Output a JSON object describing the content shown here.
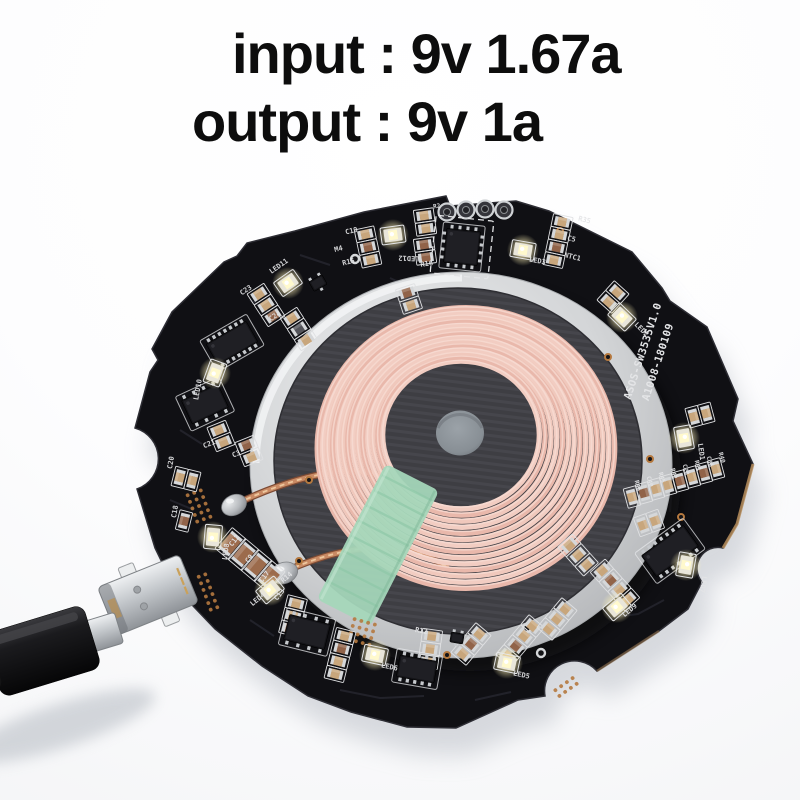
{
  "overlay": {
    "line1": "input : 9v 1.67a",
    "line2": "output : 9v 1a"
  },
  "board": {
    "silkscreen_model": "ASOS-SW3535V1.0",
    "silkscreen_batch": "A1008-180109",
    "coil": {
      "cx0": 461,
      "cy0": 435,
      "dcx": 0.38,
      "dcy": 1.0,
      "r0": 74,
      "dr": 5.1,
      "turns": 14,
      "ratio": 1.06,
      "w": 5.4,
      "ring_colors": [
        "#f2cdc2",
        "#e9b8ab",
        "#f0c8bc"
      ]
    },
    "leds": [
      [
        288,
        283,
        -35
      ],
      [
        393,
        235,
        -8
      ],
      [
        523,
        250,
        10
      ],
      [
        622,
        317,
        44
      ],
      [
        215,
        373,
        -70
      ],
      [
        684,
        438,
        80
      ],
      [
        213,
        537,
        -85
      ],
      [
        686,
        565,
        100
      ],
      [
        270,
        590,
        -40
      ],
      [
        375,
        655,
        12
      ],
      [
        507,
        663,
        12
      ],
      [
        617,
        607,
        -40
      ]
    ],
    "ics": [
      [
        462,
        247,
        34,
        34,
        6,
        "qfn",
        4
      ],
      [
        232,
        343,
        46,
        24,
        -30,
        "dual",
        7
      ],
      [
        205,
        404,
        40,
        26,
        -25,
        "dual",
        4
      ],
      [
        318,
        283,
        15,
        11,
        -30,
        "sot",
        0
      ],
      [
        307,
        632,
        42,
        26,
        14,
        "dual",
        4
      ],
      [
        417,
        669,
        38,
        22,
        10,
        "dual",
        5
      ],
      [
        670,
        551,
        52,
        26,
        -36,
        "dual",
        7
      ],
      [
        457,
        638,
        13,
        10,
        10,
        "sot",
        0
      ]
    ],
    "chip_clusters": [
      [
        368,
        247,
        -12,
        "tbt"
      ],
      [
        425,
        222,
        -8,
        "tt"
      ],
      [
        425,
        251,
        -8,
        "bb"
      ],
      [
        558,
        241,
        12,
        "ttbt"
      ],
      [
        266,
        305,
        -33,
        "ttb"
      ],
      [
        299,
        329,
        -33,
        "tdt"
      ],
      [
        409,
        299,
        -18,
        "bt"
      ],
      [
        221,
        436,
        -22,
        "tt"
      ],
      [
        249,
        451,
        -22,
        "bt"
      ],
      [
        186,
        479,
        -76,
        "tt"
      ],
      [
        184,
        521,
        -76,
        "b"
      ],
      [
        250,
        560,
        -50,
        "BBBB"
      ],
      [
        293,
        616,
        14,
        "ttb"
      ],
      [
        340,
        655,
        14,
        "tbtt"
      ],
      [
        430,
        649,
        8,
        "ttt"
      ],
      [
        471,
        644,
        40,
        "tbt"
      ],
      [
        520,
        641,
        40,
        "ttbt"
      ],
      [
        557,
        619,
        40,
        "ttt"
      ],
      [
        615,
        585,
        -42,
        "tbtt"
      ],
      [
        578,
        555,
        -42,
        "ttt"
      ],
      [
        613,
        297,
        42,
        "tt"
      ],
      [
        649,
        523,
        70,
        "tt"
      ],
      [
        700,
        415,
        75,
        "tt"
      ],
      [
        632,
        497,
        75,
        "t"
      ],
      [
        644,
        493,
        75,
        "b"
      ],
      [
        656,
        489,
        75,
        "t"
      ],
      [
        668,
        485,
        75,
        "t"
      ],
      [
        680,
        481,
        75,
        "b"
      ],
      [
        692,
        477,
        75,
        "t"
      ],
      [
        704,
        473,
        75,
        "b"
      ],
      [
        716,
        469,
        75,
        "t"
      ]
    ],
    "round_pads": [
      [
        447,
        212
      ],
      [
        466,
        210
      ],
      [
        485,
        209
      ],
      [
        504,
        210
      ]
    ],
    "vias": [
      [
        355,
        259,
        "s"
      ],
      [
        560,
        231,
        "c"
      ],
      [
        608,
        357,
        "c"
      ],
      [
        650,
        459,
        "c"
      ],
      [
        299,
        561,
        "c"
      ],
      [
        447,
        655,
        "c"
      ],
      [
        527,
        628,
        "s"
      ],
      [
        681,
        517,
        "c"
      ],
      [
        541,
        653,
        "s"
      ],
      [
        309,
        480,
        "c"
      ]
    ],
    "dot_grids": [
      [
        362,
        632,
        4,
        4,
        15
      ],
      [
        199,
        506,
        3,
        5,
        -20
      ],
      [
        208,
        592,
        2,
        6,
        -20
      ],
      [
        566,
        687,
        4,
        2,
        -35
      ]
    ],
    "labels": [
      [
        "LED12",
        409,
        256,
        182,
        7
      ],
      [
        "LED11",
        280,
        268,
        -35,
        7
      ],
      [
        "LED3",
        537,
        263,
        10,
        7
      ],
      [
        "LED2",
        640,
        331,
        45,
        7
      ],
      [
        "LED10",
        200,
        390,
        -80,
        7
      ],
      [
        "LED1",
        699,
        452,
        82,
        7
      ],
      [
        "LED8",
        228,
        552,
        -82,
        7
      ],
      [
        "LED7",
        701,
        584,
        100,
        7
      ],
      [
        "LED4",
        259,
        601,
        -40,
        7
      ],
      [
        "LED6",
        389,
        669,
        12,
        7
      ],
      [
        "LED5",
        521,
        677,
        12,
        7
      ],
      [
        "LED9",
        631,
        612,
        -40,
        7
      ],
      [
        "R16",
        427,
        266,
        -8,
        7
      ],
      [
        "C19",
        352,
        233,
        -14,
        7
      ],
      [
        "R15",
        349,
        264,
        -14,
        7
      ],
      [
        "M4",
        339,
        251,
        -14,
        7
      ],
      [
        "R2",
        437,
        208,
        -8,
        6
      ],
      [
        "R35",
        584,
        222,
        14,
        7
      ],
      [
        "C5",
        571,
        241,
        14,
        7
      ],
      [
        "NTC1",
        572,
        259,
        14,
        7
      ],
      [
        "C23",
        247,
        292,
        -33,
        7
      ],
      [
        "C24",
        276,
        318,
        -33,
        7
      ],
      [
        "C12",
        236,
        542,
        -52,
        7
      ],
      [
        "C9",
        251,
        560,
        -52,
        7
      ],
      [
        "C17",
        266,
        578,
        -52,
        7
      ],
      [
        "C13",
        281,
        596,
        -52,
        7
      ],
      [
        "C3",
        237,
        456,
        -22,
        7
      ],
      [
        "C21",
        210,
        446,
        -22,
        7
      ],
      [
        "C20",
        173,
        463,
        -80,
        7
      ],
      [
        "C18",
        177,
        512,
        -80,
        7
      ],
      [
        "R14",
        288,
        579,
        -40,
        7
      ],
      [
        "R12",
        421,
        633,
        10,
        7
      ],
      [
        "R46",
        636,
        486,
        75,
        6
      ],
      [
        "C40",
        648,
        482,
        75,
        6
      ],
      [
        "R45",
        660,
        478,
        75,
        6
      ],
      [
        "R42",
        672,
        474,
        75,
        6
      ],
      [
        "C28",
        684,
        470,
        75,
        6
      ],
      [
        "R41",
        696,
        466,
        75,
        6
      ],
      [
        "C36",
        708,
        462,
        75,
        6
      ],
      [
        "R40",
        720,
        458,
        75,
        6
      ]
    ]
  },
  "colors": {
    "board_black": "#101014",
    "coil_pink": "#eec3b7",
    "tape_green": "#a5d7ba",
    "ferrite": "#3e3e43",
    "disc_gray": "#d6d7d9",
    "led_glow": "#fff6c9",
    "silkscreen": "#e4e5e7",
    "copper": "#b5793f",
    "solder": "#c0c3c6"
  }
}
